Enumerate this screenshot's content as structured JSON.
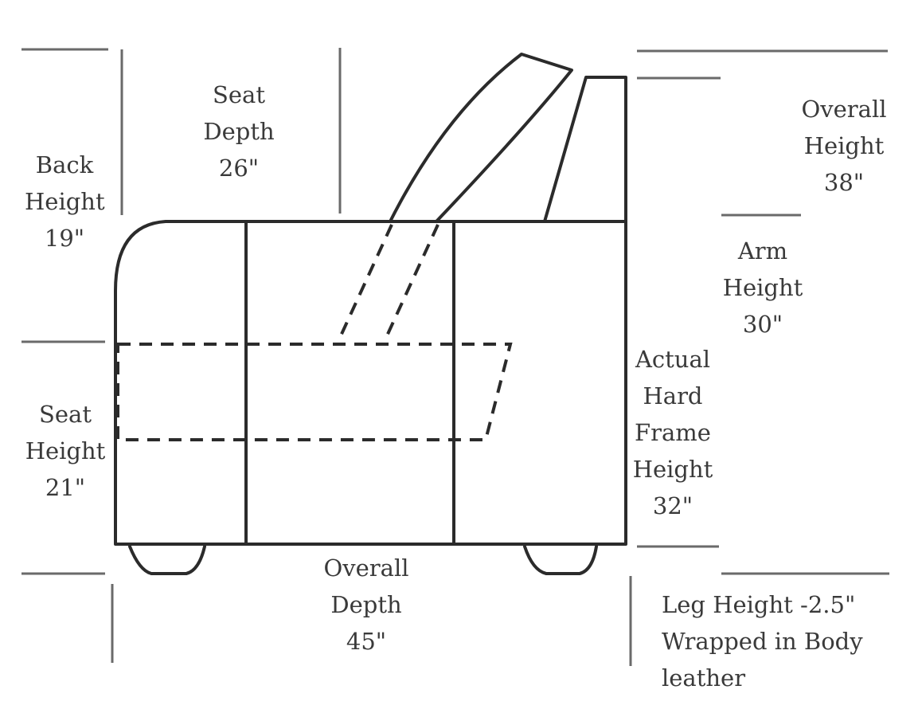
{
  "labels": {
    "back_height": {
      "line1": "Back",
      "line2": "Height",
      "value": "19\""
    },
    "seat_depth": {
      "line1": "Seat",
      "line2": "Depth",
      "value": "26\""
    },
    "overall_height": {
      "line1": "Overall",
      "line2": "Height",
      "value": "38\""
    },
    "arm_height": {
      "line1": "Arm",
      "line2": "Height",
      "value": "30\""
    },
    "hard_frame_height": {
      "line1": "Actual",
      "line2": "Hard",
      "line3": "Frame",
      "line4": "Height",
      "value": "32\""
    },
    "seat_height": {
      "line1": "Seat",
      "line2": "Height",
      "value": "21\""
    },
    "overall_depth": {
      "line1": "Overall",
      "line2": "Depth",
      "value": "45\""
    },
    "leg_height": {
      "line1": "Leg Height -2.5\"",
      "line2": "Wrapped in Body",
      "line3": "leather"
    }
  },
  "colors": {
    "outline": "#2b2b2b",
    "dimension_line": "#6a6a6a",
    "text": "#3a3a3a"
  }
}
